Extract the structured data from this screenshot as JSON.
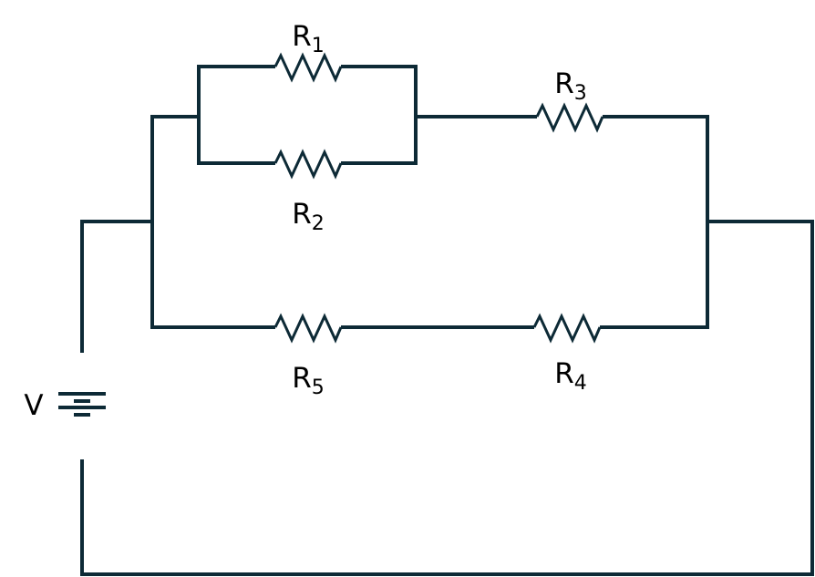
{
  "diagram": {
    "components": {
      "r1": {
        "symbol": "R",
        "index": "1"
      },
      "r2": {
        "symbol": "R",
        "index": "2"
      },
      "r3": {
        "symbol": "R",
        "index": "3"
      },
      "r4": {
        "symbol": "R",
        "index": "4"
      },
      "r5": {
        "symbol": "R",
        "index": "5"
      },
      "source": {
        "symbol": "V"
      }
    },
    "colors": {
      "wire": "#0d2a36",
      "label": "#000000",
      "background": "#ffffff"
    }
  }
}
